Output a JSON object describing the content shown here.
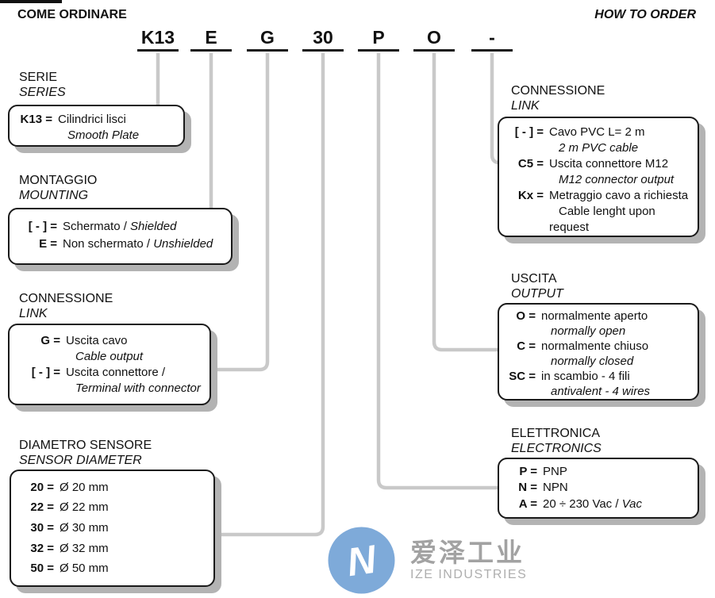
{
  "header": {
    "title_left": "COME ORDINARE",
    "title_right": "HOW TO ORDER"
  },
  "order_code": {
    "parts": [
      "K13",
      "E",
      "G",
      "30",
      "P",
      "O",
      "-"
    ]
  },
  "sections": {
    "serie": {
      "heading_it": "SERIE",
      "heading_en": "SERIES",
      "entries": [
        {
          "code": "K13 =",
          "line1": "Cilindrici lisci",
          "line2": "Smooth Plate"
        }
      ]
    },
    "montaggio": {
      "heading_it": "MONTAGGIO",
      "heading_en": "MOUNTING",
      "entries": [
        {
          "code": "[ - ] =",
          "text": "Schermato / ",
          "text_italic": "Shielded"
        },
        {
          "code": "E =",
          "text": "Non schermato / ",
          "text_italic": "Unshielded"
        }
      ]
    },
    "connessione_left": {
      "heading_it": "CONNESSIONE",
      "heading_en": "LINK",
      "entries": [
        {
          "code": "G =",
          "line1": "Uscita cavo",
          "line2": "Cable output"
        },
        {
          "code": "[ - ] =",
          "line1": "Uscita connettore /",
          "line2": "Terminal with connector"
        }
      ]
    },
    "diametro": {
      "heading_it": "DIAMETRO SENSORE",
      "heading_en": "SENSOR DIAMETER",
      "entries": [
        {
          "code": "20 =",
          "text": "Ø 20 mm"
        },
        {
          "code": "22 =",
          "text": "Ø 22 mm"
        },
        {
          "code": "30 =",
          "text": "Ø 30 mm"
        },
        {
          "code": "32 =",
          "text": "Ø 32 mm"
        },
        {
          "code": "50 =",
          "text": "Ø 50 mm"
        }
      ]
    },
    "connessione_right": {
      "heading_it": "CONNESSIONE",
      "heading_en": "LINK",
      "entries": [
        {
          "code": "[ - ] =",
          "line1": "Cavo PVC L= 2 m",
          "line2": "2 m PVC cable"
        },
        {
          "code": "C5 =",
          "line1": "Uscita connettore M12",
          "line2": "M12 connector output"
        },
        {
          "code": "Kx =",
          "line1": "Metraggio cavo a richiesta",
          "line2": "Cable lenght upon request"
        }
      ]
    },
    "uscita": {
      "heading_it": "USCITA",
      "heading_en": "OUTPUT",
      "entries": [
        {
          "code": "O =",
          "line1": "normalmente aperto",
          "line2": "normally open"
        },
        {
          "code": "C =",
          "line1": "normalmente chiuso",
          "line2": "normally closed"
        },
        {
          "code": "SC =",
          "line1": "in scambio - 4 fili",
          "line2": "antivalent - 4 wires"
        }
      ]
    },
    "elettronica": {
      "heading_it": "ELETTRONICA",
      "heading_en": "ELECTRONICS",
      "entries": [
        {
          "code": "P =",
          "text": "PNP"
        },
        {
          "code": "N =",
          "text": "NPN"
        },
        {
          "code": "A =",
          "text": "20 ÷ 230 Vac / ",
          "text_italic": "Vac"
        }
      ]
    }
  },
  "watermark": {
    "logo_glyph": "N",
    "cn": "爱泽工业",
    "en": "IZE INDUSTRIES"
  },
  "colors": {
    "connector_gray": "#c9c9c9",
    "box_shadow_gray": "#b3b3b3",
    "box_border_black": "#1a1a1a",
    "logo_blue": "#74a3d6",
    "watermark_text_gray": "#9b9b9b"
  }
}
